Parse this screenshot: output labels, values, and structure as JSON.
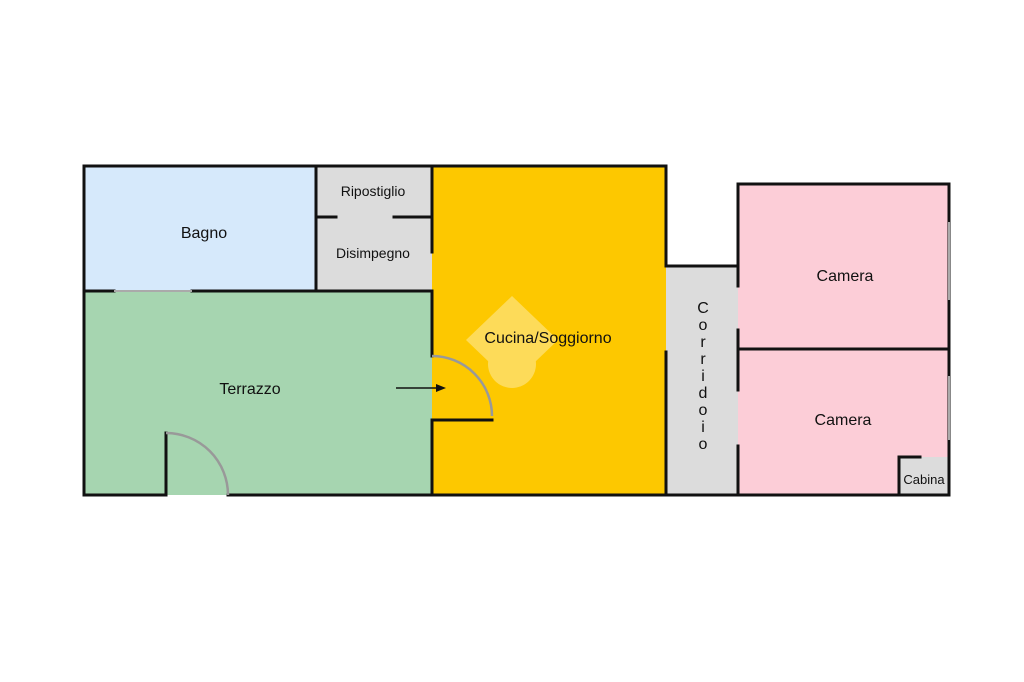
{
  "rooms": {
    "bagno": {
      "label": "Bagno",
      "color": "#d6e9fb"
    },
    "ripostiglio": {
      "label": "Ripostiglio",
      "color": "#dcdcdc"
    },
    "disimpegno": {
      "label": "Disimpegno",
      "color": "#dcdcdc"
    },
    "terrazzo": {
      "label": "Terrazzo",
      "color": "#a6d5b0"
    },
    "cucina_soggiorno": {
      "label": "Cucina/Soggiorno",
      "color": "#fdc800"
    },
    "corridoio": {
      "label": "Corridoio",
      "letters": [
        "C",
        "o",
        "r",
        "r",
        "i",
        "d",
        "o",
        "i",
        "o"
      ],
      "color": "#dcdcdc"
    },
    "camera_top": {
      "label": "Camera",
      "color": "#fccdd7"
    },
    "camera_bottom": {
      "label": "Camera",
      "color": "#fccdd7"
    },
    "cabina": {
      "label": "Cabina",
      "color": "#dcdcdc"
    }
  },
  "colors": {
    "wall": "#111111",
    "door_arc": "#999999",
    "watermark": "#ffffff"
  },
  "icons": {
    "entrance": "entrance-arrow-icon",
    "watermark": "agency-logo-watermark-icon"
  }
}
